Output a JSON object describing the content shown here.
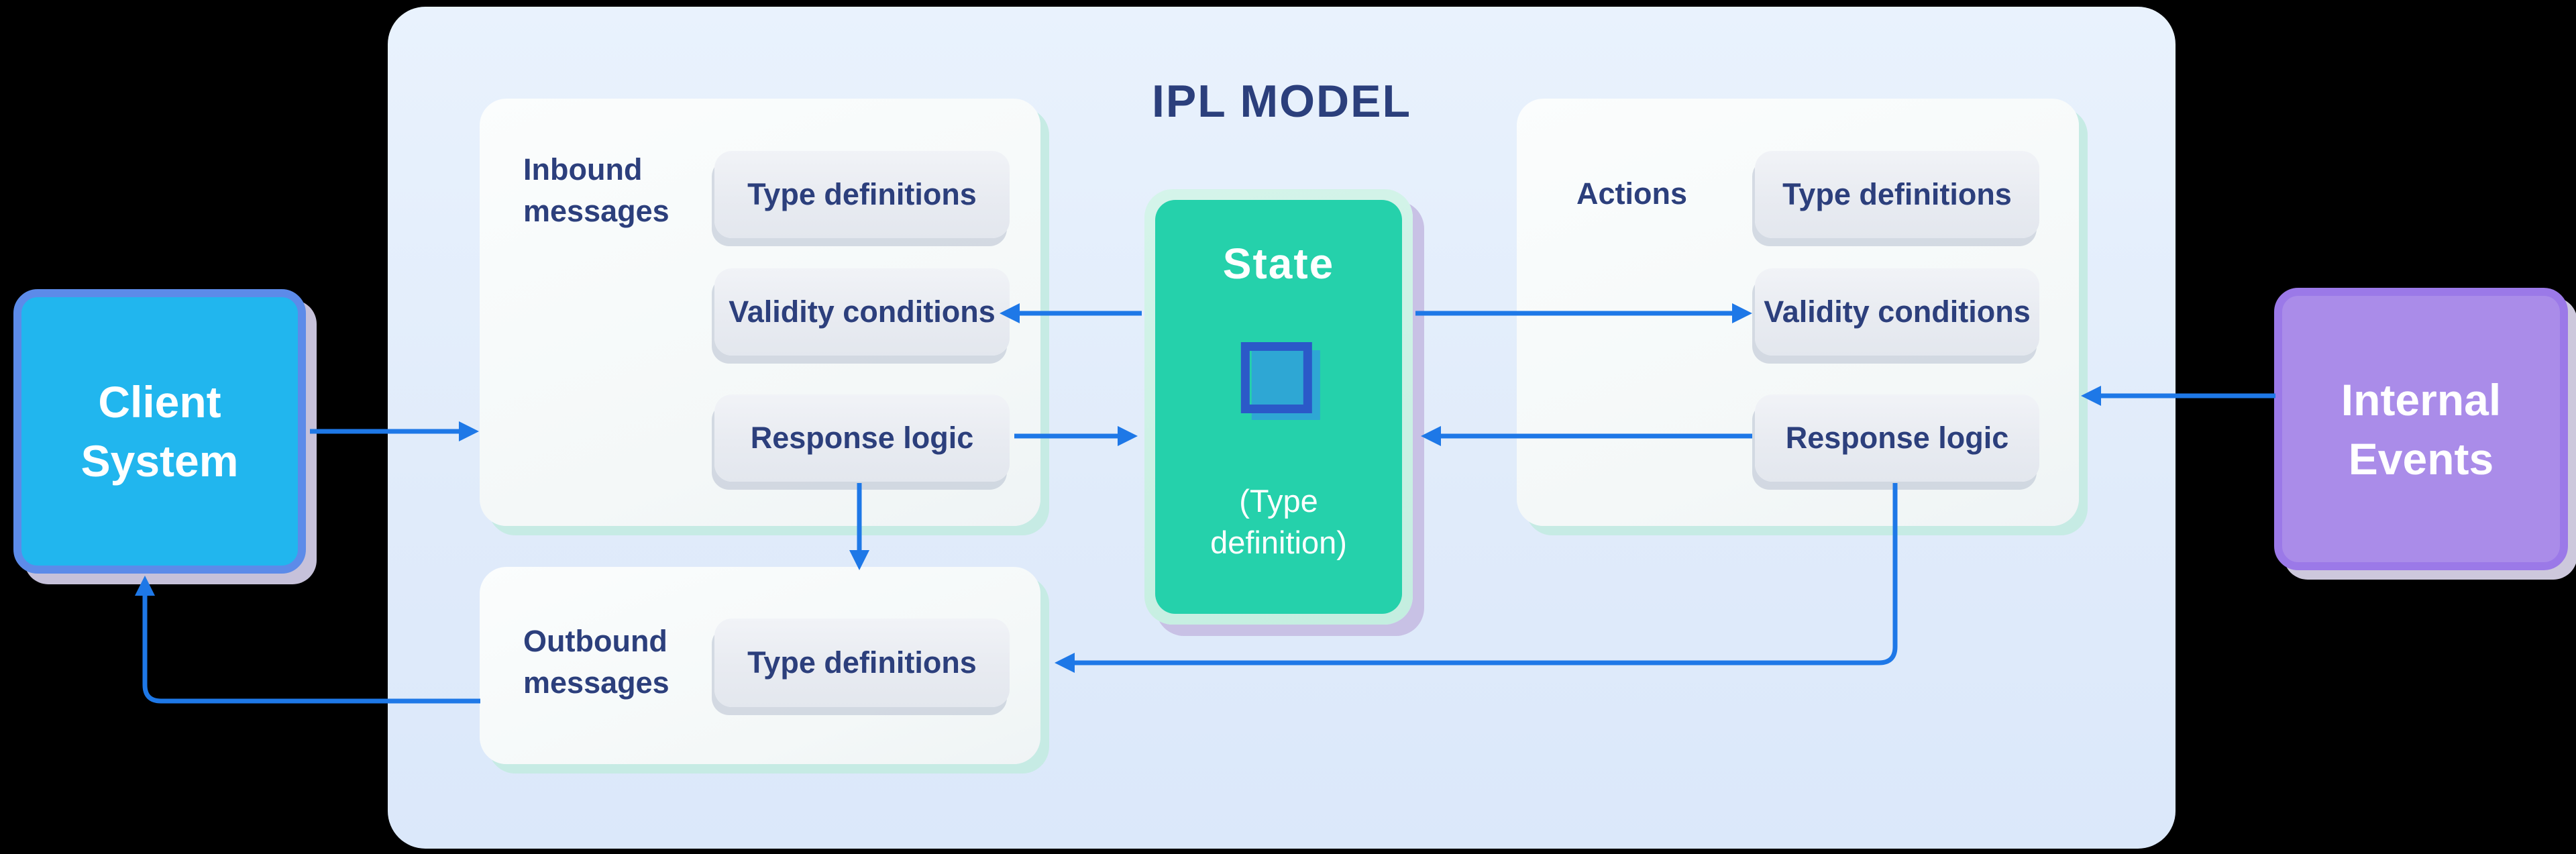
{
  "title": "IPL MODEL",
  "nodes": {
    "client": {
      "lines": [
        "Client",
        "System"
      ]
    },
    "internal": {
      "lines": [
        "Internal",
        "Events"
      ]
    },
    "state": {
      "title": "State",
      "subtitle_lines": [
        "(Type",
        "definition)"
      ],
      "icon": "state-square-icon"
    }
  },
  "panels": {
    "inbound": {
      "label_lines": [
        "Inbound",
        "messages"
      ],
      "buttons": [
        "Type definitions",
        "Validity conditions",
        "Response logic"
      ]
    },
    "actions": {
      "label": "Actions",
      "buttons": [
        "Type definitions",
        "Validity conditions",
        "Response logic"
      ]
    },
    "outbound": {
      "label_lines": [
        "Outbound",
        "messages"
      ],
      "buttons": [
        "Type definitions"
      ]
    }
  },
  "colors": {
    "background": "#000000",
    "stage_bg": "#e3eefb",
    "panel_bg": "#f5f8f9",
    "panel_shadow": "#c6ebe4",
    "button_bg": "#e9ecf2",
    "navy_text": "#2c3f7c",
    "arrow": "#1e78e7",
    "state_fill": "#25d1ab",
    "state_frame": "#c9efe4",
    "state_icon_border": "#2b59c8",
    "state_icon_fill": "#2ea7d4",
    "client_fill": "#21b6ee",
    "client_border": "#5c8be9",
    "internal_fill": "#aa8ce9",
    "internal_border": "#9b79e8"
  }
}
